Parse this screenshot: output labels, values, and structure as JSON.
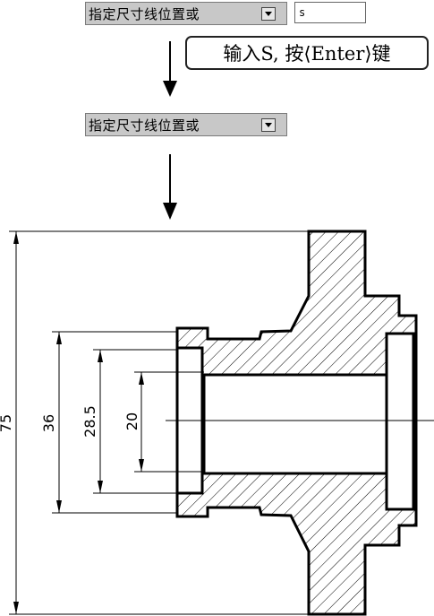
{
  "prompt_top": {
    "label": "指定尺寸线位置或",
    "dropdown_icon": "dropdown-arrow-icon",
    "input_value": "s"
  },
  "callout": {
    "text": "输入S, 按⟨Enter⟩键"
  },
  "prompt_bottom": {
    "label": "指定尺寸线位置或",
    "dropdown_icon": "dropdown-arrow-icon"
  },
  "drawing": {
    "dimensions": [
      "75",
      "36",
      "28.5",
      "20"
    ]
  },
  "colors": {
    "prompt_bg": "#c8c8c8",
    "line": "#000000"
  }
}
